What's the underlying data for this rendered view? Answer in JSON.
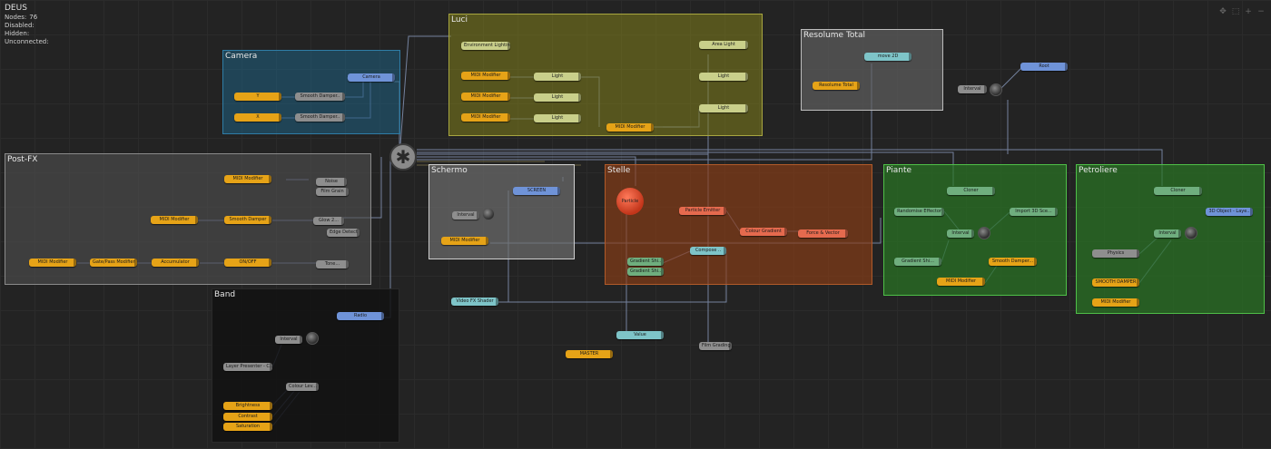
{
  "stats": {
    "title": "DEUS",
    "nodes_label": "Nodes:",
    "nodes_count": "76",
    "disabled_label": "Disabled:",
    "hidden_label": "Hidden:",
    "unconnected_label": "Unconnected:"
  },
  "toolbar_icons": [
    "move-icon",
    "fit-icon",
    "zoom-in-icon",
    "zoom-out-icon"
  ],
  "groups": {
    "camera": "Camera",
    "luci": "Luci",
    "resolume": "Resolume  Total",
    "postfx": "Post-FX",
    "schermo": "Schermo",
    "stelle": "Stelle",
    "piante": "Piante",
    "petroliere": "Petroliere",
    "band": "Band"
  },
  "nodes": {
    "camera_cam": "Camera",
    "camera_x": "Y",
    "camera_y": "X",
    "camera_smooth1": "Smooth Damper..",
    "camera_smooth2": "Smooth Damper..",
    "luci_env": "Environment Lighting",
    "luci_midi1": "MIDI Modifier",
    "luci_midi2": "MIDI Modifier",
    "luci_midi3": "MIDI Modifier",
    "luci_light1": "Light",
    "luci_light2": "Light",
    "luci_light3": "Light",
    "luci_area": "Area Light",
    "luci_light4": "Light",
    "luci_light5": "Light",
    "luci_midi4": "MIDI Modifier",
    "res_total": "Resolume Total",
    "res_move": "move 2D",
    "right_knob": "Interval",
    "right_node": "Root",
    "pfx_midi1": "MIDI Modifier",
    "pfx_noise": "Noise",
    "pfx_film": "Film Grain",
    "pfx_midi2": "MIDI Modifier",
    "pfx_smooth": "Smooth Damper",
    "pfx_glow": "Glow 2...",
    "pfx_edge": "Edge Detect",
    "pfx_midi3": "MIDI Modifier",
    "pfx_gate": "Gate/Pass Modifier",
    "pfx_accum": "Accumulator",
    "pfx_onoff": "ON/OFF",
    "pfx_tone": "Tone...",
    "sch_screen": "SCREEN",
    "sch_interval": "Interval",
    "sch_midi": "MIDI Modifier",
    "stelle_ball": "Particle",
    "stelle_emitter": "Particle Emitter",
    "stelle_gradient1": "Gradient Shi..",
    "stelle_gradient2": "Gradient Shi..",
    "stelle_compose": "Compose ..",
    "stelle_colour": "Colour Gradient",
    "stelle_force": "Force & Vector",
    "piante_cloner": "Cloner",
    "piante_effector": "Randomise Effector",
    "piante_import": "Import 3D Sce...",
    "piante_interval": "Interval",
    "piante_gradient": "Gradient Shi...",
    "piante_smooth": "Smooth Damper...",
    "piante_midi": "MIDI Modifier",
    "pet_cloner": "Cloner",
    "pet_object": "3D Object - Laye..",
    "pet_interval": "Interval",
    "pet_physics": "Physics",
    "pet_smooth": "SMOOTH DAMPER",
    "pet_midi": "MIDI Modifier",
    "video_fx": "Video FX Shader",
    "band_radio": "Radio",
    "band_interval": "Interval",
    "band_layer": "Layer Presenter - C...",
    "band_colour": "Colour Lev...",
    "band_brightness": "Brightness",
    "band_contrast": "Contrast",
    "band_saturation": "Saturation",
    "center_value": "Value",
    "master": "MASTER",
    "film_grading": "Film Grading"
  },
  "colors": {
    "camera": "#1f4f6a",
    "luci": "#6b6a1c",
    "postfx": "#3e3e3e",
    "schermo": "#5a5a5a",
    "stelle": "#7a3a1c",
    "piante": "#2b6b26",
    "petroliere": "#2b6b26",
    "band": "#151515",
    "resolume": "#4c4c4c"
  }
}
